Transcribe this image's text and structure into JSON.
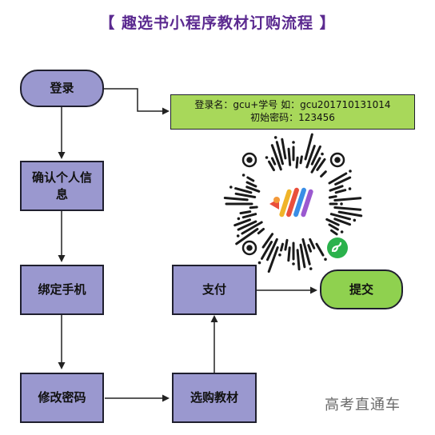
{
  "title": "【 趣选书小程序教材订购流程 】",
  "nodes": {
    "login": "登录",
    "confirm": "确认个人信息",
    "bind_phone": "绑定手机",
    "change_password": "修改密码",
    "select_books": "选购教材",
    "pay": "支付",
    "submit": "提交"
  },
  "note": {
    "line1": "登录名：gcu+学号 如：gcu201710131014",
    "line2": "初始密码：123456"
  },
  "qr_icon": "wechat-mini-program-code",
  "watermark": "高考直通车",
  "colors": {
    "node_fill": "#9a98cf",
    "submit_fill": "#8fd14f",
    "note_fill": "#a8d85a",
    "title": "#5b2a90"
  }
}
